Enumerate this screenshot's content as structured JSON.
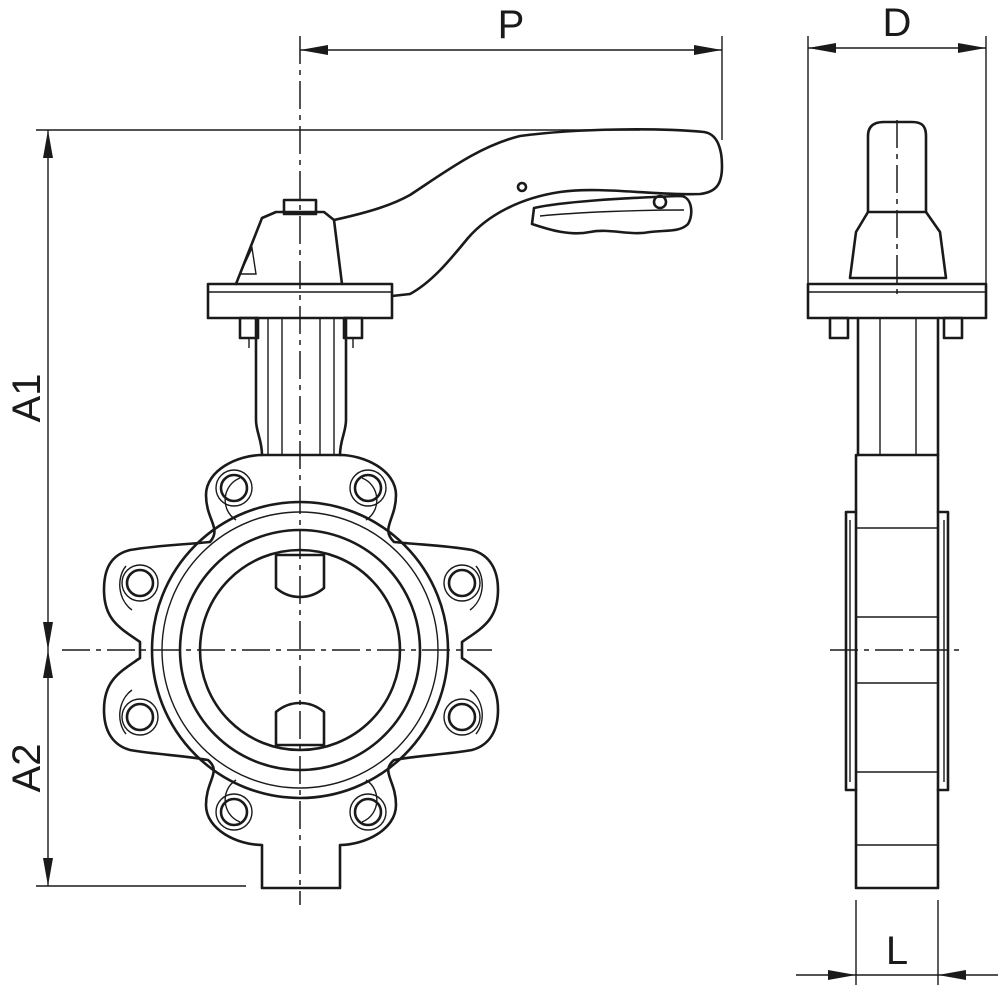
{
  "dimensions": {
    "p": "P",
    "d": "D",
    "a1": "A1",
    "a2": "A2",
    "l": "L"
  }
}
